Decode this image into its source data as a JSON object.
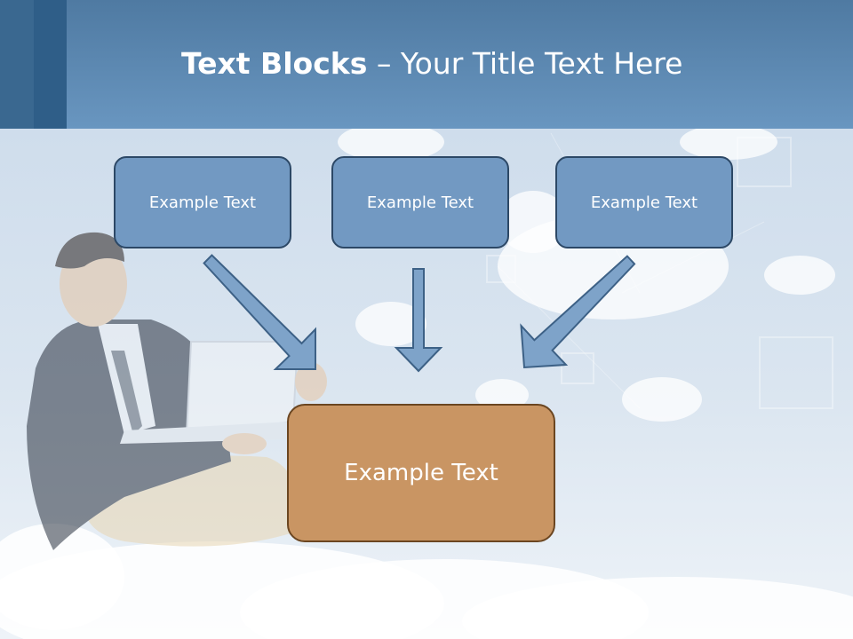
{
  "slide": {
    "title_bold": "Text Blocks",
    "title_rest": " – Your Title Text Here"
  },
  "diagram": {
    "top_blocks": [
      {
        "text": "Example Text"
      },
      {
        "text": "Example Text"
      },
      {
        "text": "Example Text"
      }
    ],
    "target_block": {
      "text": "Example Text"
    }
  },
  "colors": {
    "header": "#5f8cb6",
    "top_block_fill": "#7299c2",
    "top_block_border": "#2c4866",
    "target_block_fill": "#c99563",
    "target_block_border": "#6b4621",
    "arrow_fill": "#7ea3c9",
    "arrow_border": "#3d6186"
  }
}
